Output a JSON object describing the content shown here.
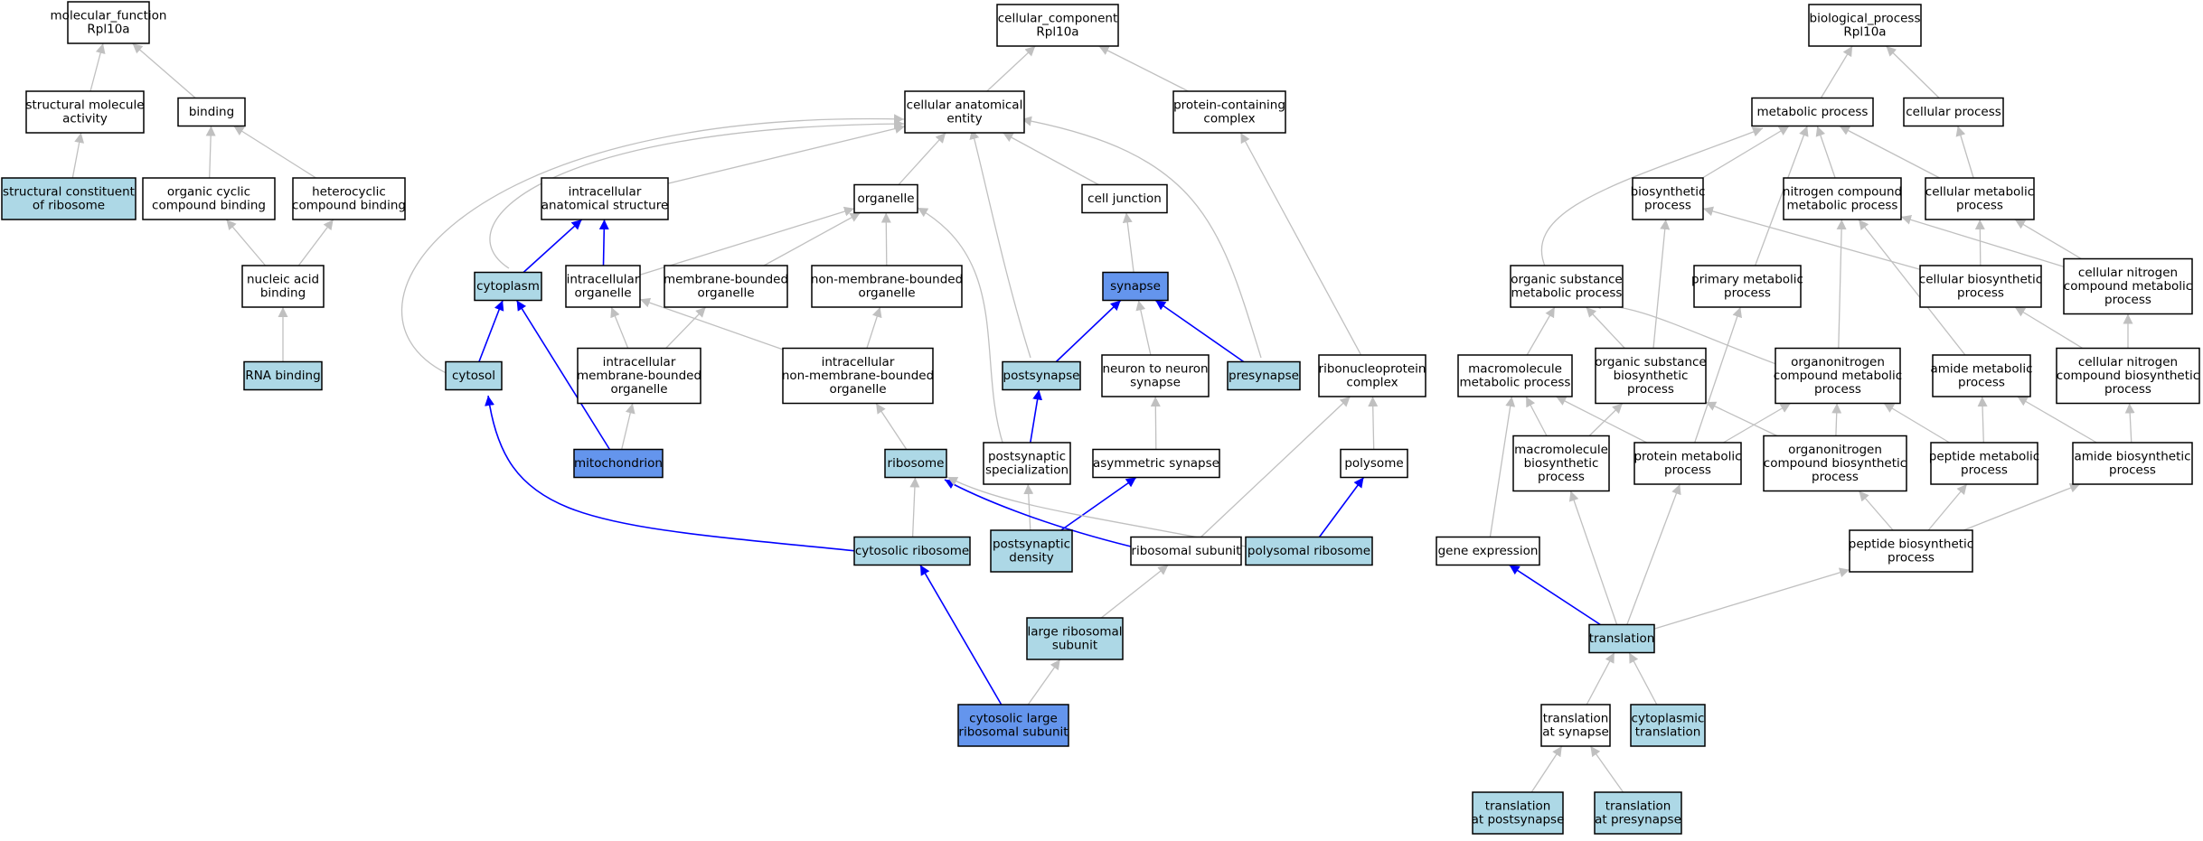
{
  "colors": {
    "plain": "#ffffff",
    "light": "#add8e6",
    "blue": "#6495ed",
    "edge_gray": "#c0c0c0",
    "edge_blue": "#0000ff"
  },
  "nodes": [
    {
      "id": "mf",
      "lines": [
        "molecular_function",
        "Rpl10a"
      ],
      "fill": "plain"
    },
    {
      "id": "sma",
      "lines": [
        "structural molecule",
        "activity"
      ],
      "fill": "plain"
    },
    {
      "id": "binding",
      "lines": [
        "binding"
      ],
      "fill": "plain"
    },
    {
      "id": "scr",
      "lines": [
        "structural constituent",
        "of ribosome"
      ],
      "fill": "light"
    },
    {
      "id": "ocb",
      "lines": [
        "organic cyclic",
        "compound binding"
      ],
      "fill": "plain"
    },
    {
      "id": "hcb",
      "lines": [
        "heterocyclic",
        "compound binding"
      ],
      "fill": "plain"
    },
    {
      "id": "nab",
      "lines": [
        "nucleic acid",
        "binding"
      ],
      "fill": "plain"
    },
    {
      "id": "rnab",
      "lines": [
        "RNA binding"
      ],
      "fill": "light"
    },
    {
      "id": "cc",
      "lines": [
        "cellular_component",
        "Rpl10a"
      ],
      "fill": "plain"
    },
    {
      "id": "cae",
      "lines": [
        "cellular anatomical",
        "entity"
      ],
      "fill": "plain"
    },
    {
      "id": "pcc",
      "lines": [
        "protein-containing",
        "complex"
      ],
      "fill": "plain"
    },
    {
      "id": "ias",
      "lines": [
        "intracellular",
        "anatomical structure"
      ],
      "fill": "plain"
    },
    {
      "id": "organelle",
      "lines": [
        "organelle"
      ],
      "fill": "plain"
    },
    {
      "id": "celljunction",
      "lines": [
        "cell junction"
      ],
      "fill": "plain"
    },
    {
      "id": "cytoplasm",
      "lines": [
        "cytoplasm"
      ],
      "fill": "light"
    },
    {
      "id": "io",
      "lines": [
        "intracellular",
        "organelle"
      ],
      "fill": "plain"
    },
    {
      "id": "mbo",
      "lines": [
        "membrane-bounded",
        "organelle"
      ],
      "fill": "plain"
    },
    {
      "id": "nmbo",
      "lines": [
        "non-membrane-bounded",
        "organelle"
      ],
      "fill": "plain"
    },
    {
      "id": "synapse",
      "lines": [
        "synapse"
      ],
      "fill": "blue"
    },
    {
      "id": "cytosol",
      "lines": [
        "cytosol"
      ],
      "fill": "light"
    },
    {
      "id": "imbo",
      "lines": [
        "intracellular",
        "membrane-bounded",
        "organelle"
      ],
      "fill": "plain"
    },
    {
      "id": "inmbo",
      "lines": [
        "intracellular",
        "non-membrane-bounded",
        "organelle"
      ],
      "fill": "plain"
    },
    {
      "id": "postsynapse",
      "lines": [
        "postsynapse"
      ],
      "fill": "light"
    },
    {
      "id": "n2n",
      "lines": [
        "neuron to neuron",
        "synapse"
      ],
      "fill": "plain"
    },
    {
      "id": "presynapse",
      "lines": [
        "presynapse"
      ],
      "fill": "light"
    },
    {
      "id": "rnp",
      "lines": [
        "ribonucleoprotein",
        "complex"
      ],
      "fill": "plain"
    },
    {
      "id": "mito",
      "lines": [
        "mitochondrion"
      ],
      "fill": "blue"
    },
    {
      "id": "ribosome",
      "lines": [
        "ribosome"
      ],
      "fill": "light"
    },
    {
      "id": "pss",
      "lines": [
        "postsynaptic",
        "specialization"
      ],
      "fill": "plain"
    },
    {
      "id": "asyn",
      "lines": [
        "asymmetric synapse"
      ],
      "fill": "plain"
    },
    {
      "id": "polysome",
      "lines": [
        "polysome"
      ],
      "fill": "plain"
    },
    {
      "id": "cytoribo",
      "lines": [
        "cytosolic ribosome"
      ],
      "fill": "light"
    },
    {
      "id": "psd",
      "lines": [
        "postsynaptic",
        "density"
      ],
      "fill": "light"
    },
    {
      "id": "rsu",
      "lines": [
        "ribosomal subunit"
      ],
      "fill": "plain"
    },
    {
      "id": "polyribo",
      "lines": [
        "polysomal ribosome"
      ],
      "fill": "light"
    },
    {
      "id": "lrs",
      "lines": [
        "large ribosomal",
        "subunit"
      ],
      "fill": "light"
    },
    {
      "id": "clrs",
      "lines": [
        "cytosolic large",
        "ribosomal subunit"
      ],
      "fill": "blue"
    },
    {
      "id": "bp",
      "lines": [
        "biological_process",
        "Rpl10a"
      ],
      "fill": "plain"
    },
    {
      "id": "metab",
      "lines": [
        "metabolic process"
      ],
      "fill": "plain"
    },
    {
      "id": "cellproc",
      "lines": [
        "cellular process"
      ],
      "fill": "plain"
    },
    {
      "id": "biosyn",
      "lines": [
        "biosynthetic",
        "process"
      ],
      "fill": "plain"
    },
    {
      "id": "ncmp",
      "lines": [
        "nitrogen compound",
        "metabolic process"
      ],
      "fill": "plain"
    },
    {
      "id": "cmp",
      "lines": [
        "cellular metabolic",
        "process"
      ],
      "fill": "plain"
    },
    {
      "id": "osmp",
      "lines": [
        "organic substance",
        "metabolic process"
      ],
      "fill": "plain"
    },
    {
      "id": "pmp",
      "lines": [
        "primary metabolic",
        "process"
      ],
      "fill": "plain"
    },
    {
      "id": "cbp",
      "lines": [
        "cellular biosynthetic",
        "process"
      ],
      "fill": "plain"
    },
    {
      "id": "cncmp",
      "lines": [
        "cellular nitrogen",
        "compound metabolic",
        "process"
      ],
      "fill": "plain"
    },
    {
      "id": "mmp",
      "lines": [
        "macromolecule",
        "metabolic process"
      ],
      "fill": "plain"
    },
    {
      "id": "osbp",
      "lines": [
        "organic substance",
        "biosynthetic",
        "process"
      ],
      "fill": "plain"
    },
    {
      "id": "oncmp",
      "lines": [
        "organonitrogen",
        "compound metabolic",
        "process"
      ],
      "fill": "plain"
    },
    {
      "id": "amp",
      "lines": [
        "amide metabolic",
        "process"
      ],
      "fill": "plain"
    },
    {
      "id": "cncbp",
      "lines": [
        "cellular nitrogen",
        "compound biosynthetic",
        "process"
      ],
      "fill": "plain"
    },
    {
      "id": "mbp",
      "lines": [
        "macromolecule",
        "biosynthetic",
        "process"
      ],
      "fill": "plain"
    },
    {
      "id": "protmp",
      "lines": [
        "protein metabolic",
        "process"
      ],
      "fill": "plain"
    },
    {
      "id": "oncbp",
      "lines": [
        "organonitrogen",
        "compound biosynthetic",
        "process"
      ],
      "fill": "plain"
    },
    {
      "id": "pepmp",
      "lines": [
        "peptide metabolic",
        "process"
      ],
      "fill": "plain"
    },
    {
      "id": "abp",
      "lines": [
        "amide biosynthetic",
        "process"
      ],
      "fill": "plain"
    },
    {
      "id": "geneexp",
      "lines": [
        "gene expression"
      ],
      "fill": "plain"
    },
    {
      "id": "pbp",
      "lines": [
        "peptide biosynthetic",
        "process"
      ],
      "fill": "plain"
    },
    {
      "id": "translation",
      "lines": [
        "translation"
      ],
      "fill": "light"
    },
    {
      "id": "tas",
      "lines": [
        "translation",
        "at synapse"
      ],
      "fill": "plain"
    },
    {
      "id": "ctrans",
      "lines": [
        "cytoplasmic",
        "translation"
      ],
      "fill": "light"
    },
    {
      "id": "tapost",
      "lines": [
        "translation",
        "at postsynapse"
      ],
      "fill": "light"
    },
    {
      "id": "tapre",
      "lines": [
        "translation",
        "at presynapse"
      ],
      "fill": "light"
    }
  ],
  "edges": [
    {
      "from": "sma",
      "to": "mf",
      "color": "gray"
    },
    {
      "from": "binding",
      "to": "mf",
      "color": "gray"
    },
    {
      "from": "scr",
      "to": "sma",
      "color": "gray"
    },
    {
      "from": "ocb",
      "to": "binding",
      "color": "gray"
    },
    {
      "from": "hcb",
      "to": "binding",
      "color": "gray"
    },
    {
      "from": "nab",
      "to": "ocb",
      "color": "gray"
    },
    {
      "from": "nab",
      "to": "hcb",
      "color": "gray"
    },
    {
      "from": "rnab",
      "to": "nab",
      "color": "gray"
    },
    {
      "from": "cae",
      "to": "cc",
      "color": "gray"
    },
    {
      "from": "pcc",
      "to": "cc",
      "color": "gray"
    },
    {
      "from": "ias",
      "to": "cae",
      "color": "gray"
    },
    {
      "from": "organelle",
      "to": "cae",
      "color": "gray"
    },
    {
      "from": "celljunction",
      "to": "cae",
      "color": "gray"
    },
    {
      "from": "cytoplasm",
      "to": "cae",
      "color": "gray"
    },
    {
      "from": "cytosol",
      "to": "cae",
      "color": "gray"
    },
    {
      "from": "postsynapse",
      "to": "cae",
      "color": "gray"
    },
    {
      "from": "presynapse",
      "to": "cae",
      "color": "gray"
    },
    {
      "from": "cytoplasm",
      "to": "ias",
      "color": "blue"
    },
    {
      "from": "io",
      "to": "ias",
      "color": "blue"
    },
    {
      "from": "io",
      "to": "organelle",
      "color": "gray"
    },
    {
      "from": "mbo",
      "to": "organelle",
      "color": "gray"
    },
    {
      "from": "nmbo",
      "to": "organelle",
      "color": "gray"
    },
    {
      "from": "pss",
      "to": "organelle",
      "color": "gray"
    },
    {
      "from": "synapse",
      "to": "celljunction",
      "color": "gray"
    },
    {
      "from": "cytosol",
      "to": "cytoplasm",
      "color": "blue"
    },
    {
      "from": "mito",
      "to": "cytoplasm",
      "color": "blue"
    },
    {
      "from": "imbo",
      "to": "io",
      "color": "gray"
    },
    {
      "from": "imbo",
      "to": "mbo",
      "color": "gray"
    },
    {
      "from": "inmbo",
      "to": "io",
      "color": "gray"
    },
    {
      "from": "inmbo",
      "to": "nmbo",
      "color": "gray"
    },
    {
      "from": "postsynapse",
      "to": "synapse",
      "color": "blue"
    },
    {
      "from": "n2n",
      "to": "synapse",
      "color": "gray"
    },
    {
      "from": "presynapse",
      "to": "synapse",
      "color": "blue"
    },
    {
      "from": "rnp",
      "to": "pcc",
      "color": "gray"
    },
    {
      "from": "mito",
      "to": "imbo",
      "color": "gray"
    },
    {
      "from": "ribosome",
      "to": "inmbo",
      "color": "gray"
    },
    {
      "from": "pss",
      "to": "postsynapse",
      "color": "blue"
    },
    {
      "from": "asyn",
      "to": "n2n",
      "color": "gray"
    },
    {
      "from": "polysome",
      "to": "rnp",
      "color": "gray"
    },
    {
      "from": "rsu",
      "to": "rnp",
      "color": "gray"
    },
    {
      "from": "cytoribo",
      "to": "cytosol",
      "color": "blue"
    },
    {
      "from": "cytoribo",
      "to": "ribosome",
      "color": "gray"
    },
    {
      "from": "psd",
      "to": "pss",
      "color": "gray"
    },
    {
      "from": "psd",
      "to": "asyn",
      "color": "blue"
    },
    {
      "from": "rsu",
      "to": "ribosome",
      "color": "blue"
    },
    {
      "from": "polyribo",
      "to": "ribosome",
      "color": "gray"
    },
    {
      "from": "polyribo",
      "to": "polysome",
      "color": "blue"
    },
    {
      "from": "lrs",
      "to": "rsu",
      "color": "gray"
    },
    {
      "from": "clrs",
      "to": "lrs",
      "color": "gray"
    },
    {
      "from": "clrs",
      "to": "cytoribo",
      "color": "blue"
    },
    {
      "from": "metab",
      "to": "bp",
      "color": "gray"
    },
    {
      "from": "cellproc",
      "to": "bp",
      "color": "gray"
    },
    {
      "from": "biosyn",
      "to": "metab",
      "color": "gray"
    },
    {
      "from": "ncmp",
      "to": "metab",
      "color": "gray"
    },
    {
      "from": "cmp",
      "to": "metab",
      "color": "gray"
    },
    {
      "from": "cmp",
      "to": "cellproc",
      "color": "gray"
    },
    {
      "from": "osmp",
      "to": "metab",
      "color": "gray"
    },
    {
      "from": "pmp",
      "to": "metab",
      "color": "gray"
    },
    {
      "from": "cbp",
      "to": "biosyn",
      "color": "gray"
    },
    {
      "from": "cbp",
      "to": "cmp",
      "color": "gray"
    },
    {
      "from": "cncmp",
      "to": "ncmp",
      "color": "gray"
    },
    {
      "from": "cncmp",
      "to": "cmp",
      "color": "gray"
    },
    {
      "from": "mmp",
      "to": "osmp",
      "color": "gray"
    },
    {
      "from": "osbp",
      "to": "osmp",
      "color": "gray"
    },
    {
      "from": "osbp",
      "to": "biosyn",
      "color": "gray"
    },
    {
      "from": "oncmp",
      "to": "osmp",
      "color": "gray"
    },
    {
      "from": "oncmp",
      "to": "ncmp",
      "color": "gray"
    },
    {
      "from": "amp",
      "to": "ncmp",
      "color": "gray"
    },
    {
      "from": "cncbp",
      "to": "cbp",
      "color": "gray"
    },
    {
      "from": "cncbp",
      "to": "cncmp",
      "color": "gray"
    },
    {
      "from": "mbp",
      "to": "mmp",
      "color": "gray"
    },
    {
      "from": "mbp",
      "to": "osbp",
      "color": "gray"
    },
    {
      "from": "protmp",
      "to": "mmp",
      "color": "gray"
    },
    {
      "from": "protmp",
      "to": "pmp",
      "color": "gray"
    },
    {
      "from": "protmp",
      "to": "oncmp",
      "color": "gray"
    },
    {
      "from": "oncbp",
      "to": "osbp",
      "color": "gray"
    },
    {
      "from": "oncbp",
      "to": "oncmp",
      "color": "gray"
    },
    {
      "from": "pepmp",
      "to": "oncmp",
      "color": "gray"
    },
    {
      "from": "pepmp",
      "to": "amp",
      "color": "gray"
    },
    {
      "from": "abp",
      "to": "amp",
      "color": "gray"
    },
    {
      "from": "abp",
      "to": "cncbp",
      "color": "gray"
    },
    {
      "from": "geneexp",
      "to": "mmp",
      "color": "gray"
    },
    {
      "from": "pbp",
      "to": "oncbp",
      "color": "gray"
    },
    {
      "from": "pbp",
      "to": "pepmp",
      "color": "gray"
    },
    {
      "from": "pbp",
      "to": "abp",
      "color": "gray"
    },
    {
      "from": "translation",
      "to": "geneexp",
      "color": "blue"
    },
    {
      "from": "translation",
      "to": "mbp",
      "color": "gray"
    },
    {
      "from": "translation",
      "to": "protmp",
      "color": "gray"
    },
    {
      "from": "translation",
      "to": "pbp",
      "color": "gray"
    },
    {
      "from": "tas",
      "to": "translation",
      "color": "gray"
    },
    {
      "from": "ctrans",
      "to": "translation",
      "color": "gray"
    },
    {
      "from": "tapost",
      "to": "tas",
      "color": "gray"
    },
    {
      "from": "tapre",
      "to": "tas",
      "color": "gray"
    }
  ]
}
